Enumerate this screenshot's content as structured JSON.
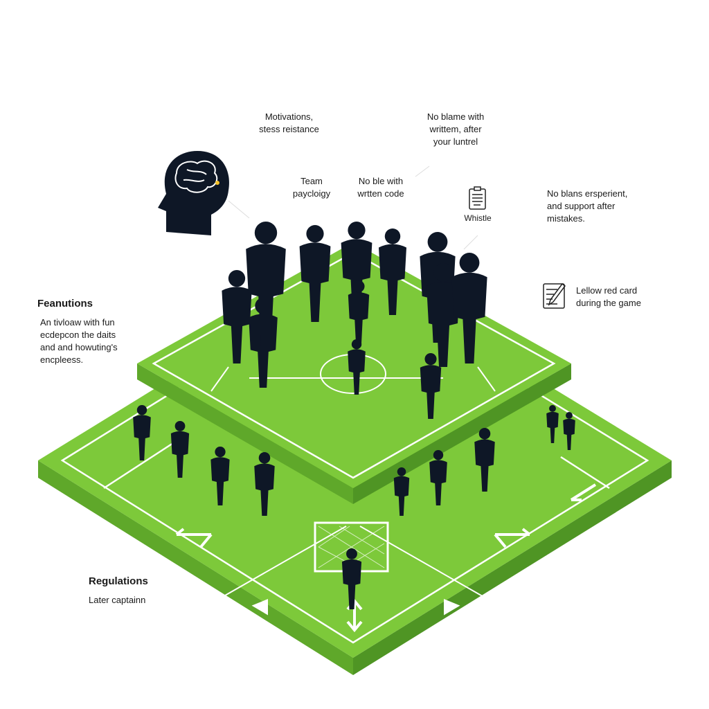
{
  "labels": {
    "motivations": "Motivations,\nstess reistance",
    "no_blame_written": "No blame with\nwrittem, after\nyour luntrel",
    "team_psychology": "Team\npaycloigy",
    "no_ble_code": "No ble with\nwrtten code",
    "whistle": "Whistle",
    "no_blans": "No blans ersperient,\nand support after\nmistakes.",
    "yellow_red_card": "Lellow red card\nduring the game",
    "foundations_title": "Feanutions",
    "foundations_body": "An tivloaw with fun\necdepcon the daits\nand and howuting's\nencpleess.",
    "regulations_title": "Regulations",
    "regulations_body": "Later captainn"
  },
  "colors": {
    "pitch": "#7dc93a",
    "pitch_side": "#5fa82a",
    "silhouette": "#0e1726",
    "line": "#ffffff"
  }
}
